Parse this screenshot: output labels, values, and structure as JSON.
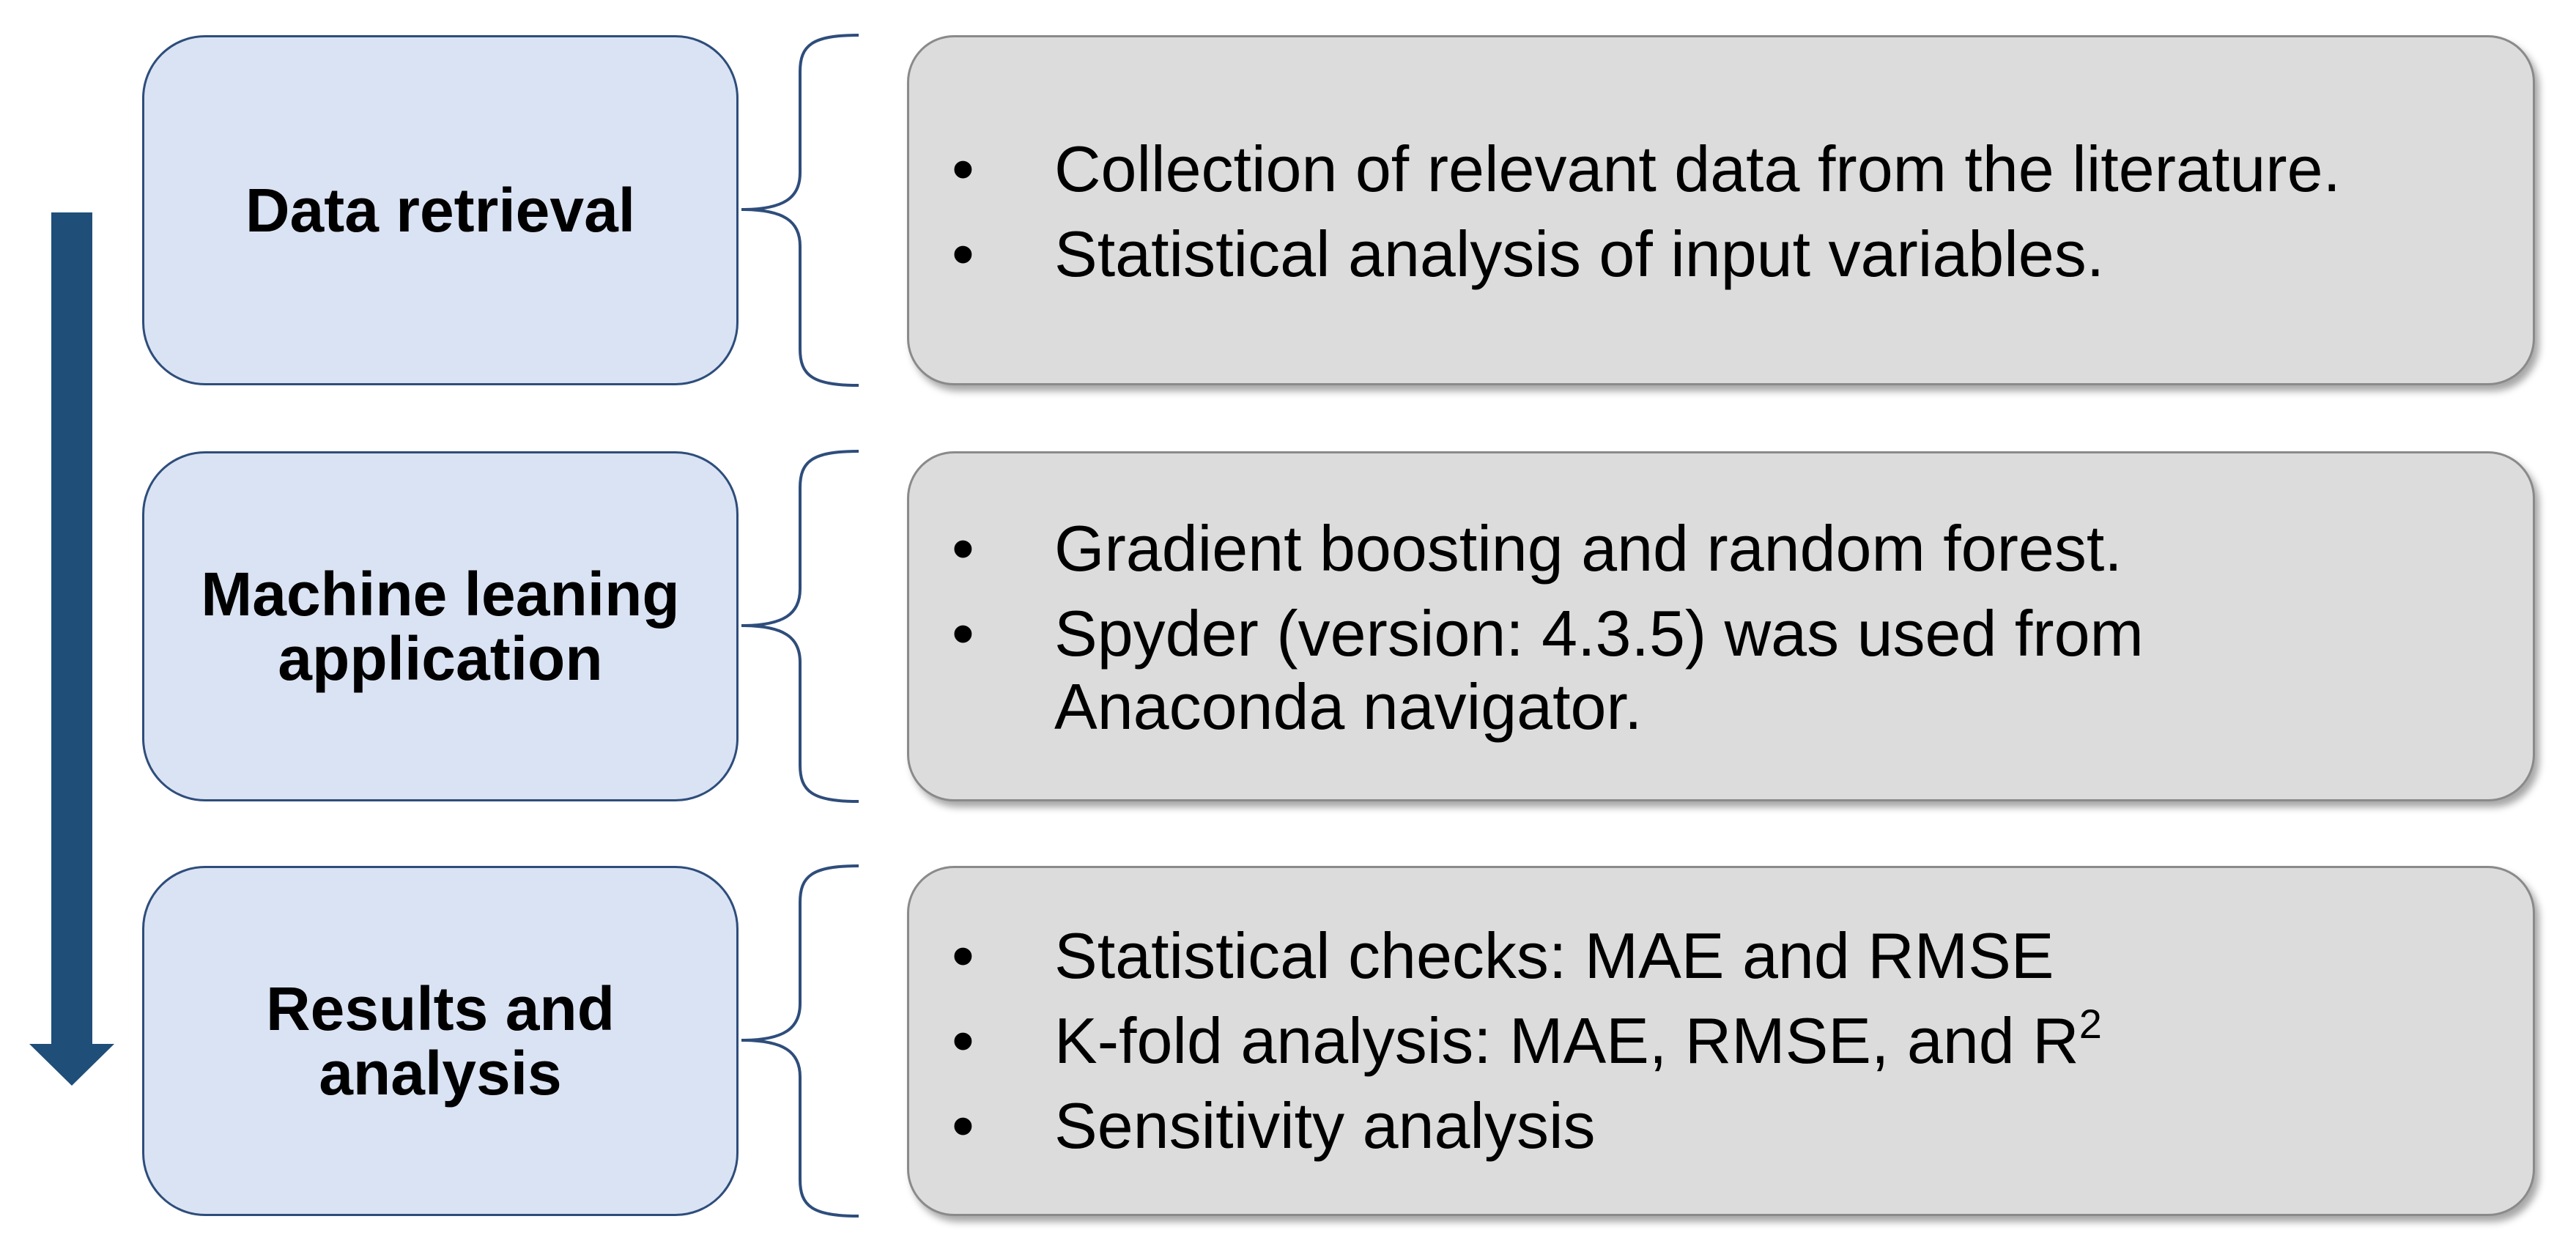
{
  "colors": {
    "stage_fill": "#dae3f3",
    "stage_border": "#2e4d7b",
    "detail_fill": "#dcdcdc",
    "arrow": "#1f4e79",
    "brace": "#2e4d7b"
  },
  "stages": [
    {
      "label": "Data retrieval",
      "bullets": [
        "Collection of relevant data from the literature.",
        "Statistical analysis of input variables."
      ]
    },
    {
      "label": "Machine leaning\napplication",
      "bullets": [
        "Gradient boosting and random forest.",
        "Spyder (version: 4.3.5) was used from Anaconda navigator."
      ]
    },
    {
      "label": "Results and\nanalysis",
      "bullets": [
        "Statistical checks: MAE and RMSE",
        "K-fold analysis: MAE, RMSE, and R",
        "Sensitivity analysis"
      ],
      "superscript": "2"
    }
  ],
  "bullet_glyph": "•"
}
